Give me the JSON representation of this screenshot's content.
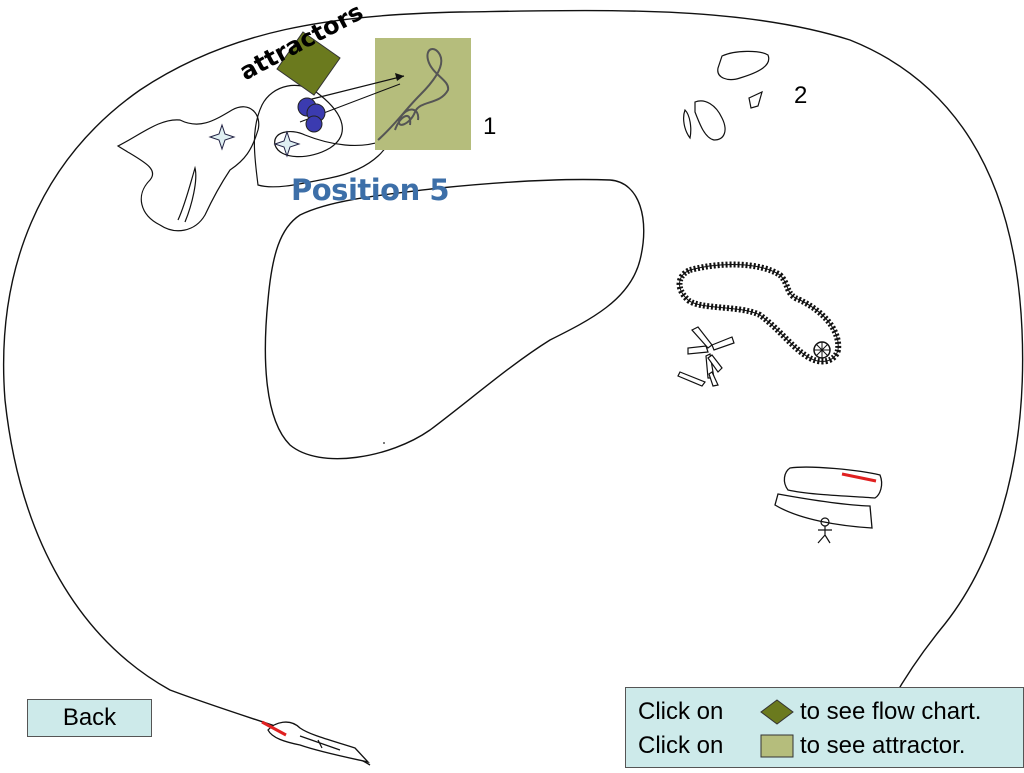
{
  "diagram": {
    "position_title": "Position 5",
    "attractors_label": "attractors",
    "region_labels": [
      "1",
      "2"
    ]
  },
  "back_button": {
    "label": "Back"
  },
  "legend": {
    "row1": {
      "prefix": "Click on",
      "suffix": "to see flow chart.",
      "icon": "olive-diamond-icon"
    },
    "row2": {
      "prefix": "Click on",
      "suffix": "to see attractor.",
      "icon": "olive-square-icon"
    }
  },
  "colors": {
    "title_blue": "#3d6fa8",
    "olive_dark": "#6b7a1e",
    "olive_light": "#b5bd7c",
    "legend_bg": "#cdeaea",
    "marker_blue": "#3b3bb0",
    "marker_red": "#e02020"
  }
}
